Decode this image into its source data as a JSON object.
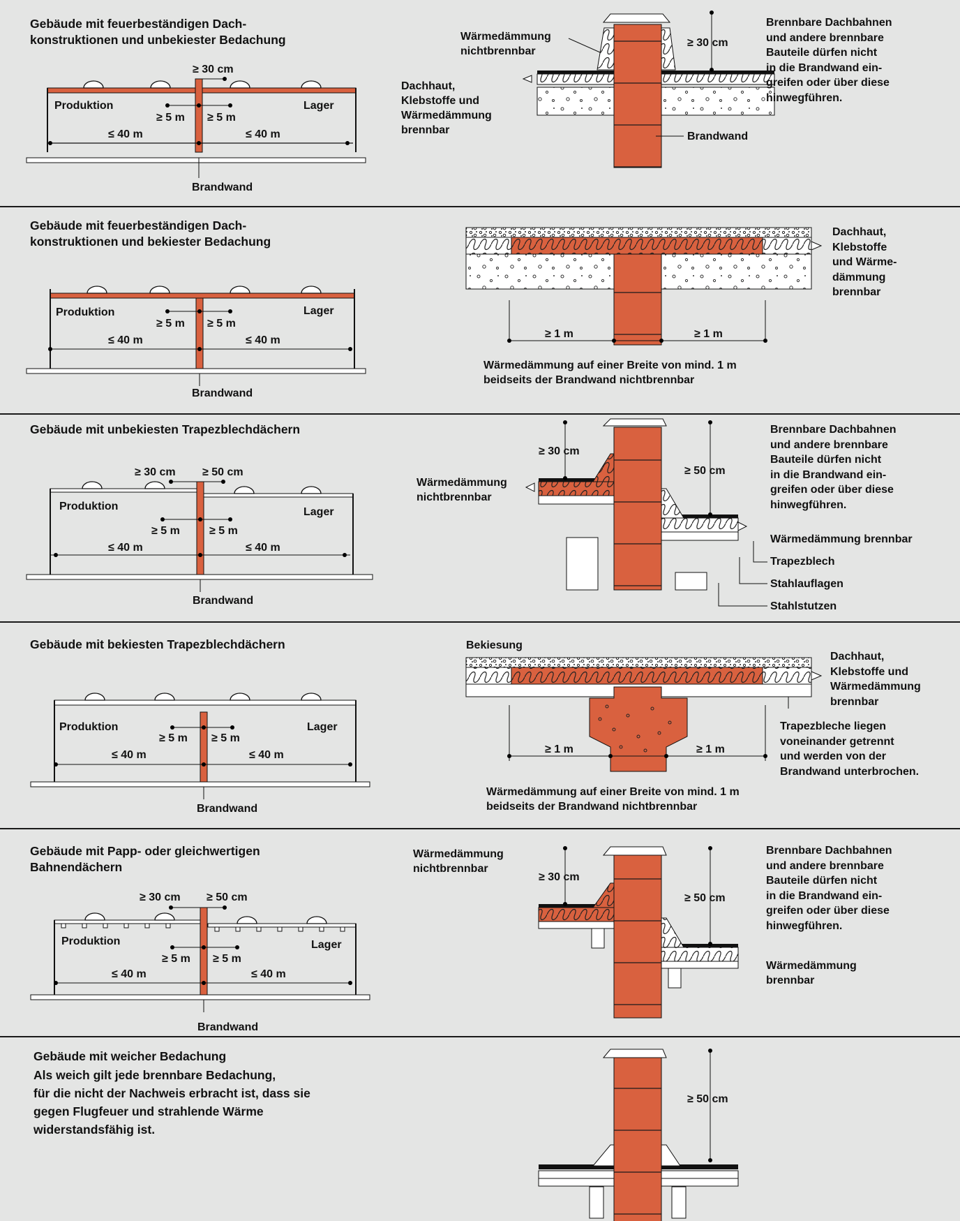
{
  "colors": {
    "background": "#e4e5e4",
    "brick": "#d9613f",
    "line": "#1a1a1a",
    "divider": "#1a1a1a"
  },
  "sections": [
    {
      "title": "Gebäude mit feuerbeständigen Dach-\nkonstruktionen und unbekiester Bedachung",
      "overview": {
        "left": "Produktion",
        "right": "Lager",
        "top": "≥ 30 cm",
        "mid_left": "≥ 5 m",
        "mid_right": "≥ 5 m",
        "span_left": "≤ 40 m",
        "span_right": "≤ 40 m",
        "wall": "Brandwand"
      },
      "detail": {
        "insul_label": "Wärmedämmung\nnichtbrennbar",
        "left_note": "Dachhaut,\nKlebstoffe und\nWärmedämmung\nbrennbar",
        "height": "≥ 30 cm",
        "wall": "Brandwand",
        "right_note": "Brennbare Dachbahnen\nund andere brennbare\nBauteile dürfen nicht\nin die Brandwand ein-\ngreifen oder über diese\nhinwegführen."
      }
    },
    {
      "title": "Gebäude mit feuerbeständigen Dach-\nkonstruktionen und bekiester Bedachung",
      "overview": {
        "left": "Produktion",
        "right": "Lager",
        "mid_left": "≥ 5 m",
        "mid_right": "≥ 5 m",
        "span_left": "≤ 40 m",
        "span_right": "≤ 40 m",
        "wall": "Brandwand"
      },
      "detail": {
        "right_note": "Dachhaut,\nKlebstoffe\nund Wärme-\ndämmung\nbrennbar",
        "dim_left": "≥ 1 m",
        "dim_right": "≥ 1 m",
        "caption": "Wärmedämmung auf einer Breite von mind. 1 m\nbeidseits der Brandwand nichtbrennbar"
      }
    },
    {
      "title": "Gebäude mit unbekiesten Trapezblechdächern",
      "overview": {
        "left": "Produktion",
        "right": "Lager",
        "top_left": "≥ 30 cm",
        "top_right": "≥ 50 cm",
        "mid_left": "≥ 5 m",
        "mid_right": "≥ 5 m",
        "span_left": "≤ 40 m",
        "span_right": "≤ 40 m",
        "wall": "Brandwand"
      },
      "detail": {
        "insul_label": "Wärmedämmung\nnichtbrennbar",
        "h_left": "≥ 30 cm",
        "h_right": "≥ 50 cm",
        "right_note": "Brennbare Dachbahnen\nund andere brennbare\nBauteile dürfen nicht\nin die Brandwand ein-\ngreifen oder über diese\nhinwegführen.",
        "insul_burn": "Wärmedämmung brennbar",
        "trapez": "Trapezblech",
        "auflagen": "Stahlauflagen",
        "stutzen": "Stahlstutzen"
      }
    },
    {
      "title": "Gebäude mit bekiesten Trapezblechdächern",
      "overview": {
        "left": "Produktion",
        "right": "Lager",
        "mid_left": "≥ 5 m",
        "mid_right": "≥ 5 m",
        "span_left": "≤ 40 m",
        "span_right": "≤ 40 m",
        "wall": "Brandwand"
      },
      "detail": {
        "gravel": "Bekiesung",
        "right_note": "Dachhaut,\nKlebstoffe und\nWärmedämmung\nbrennbar",
        "trapez_note": "Trapezbleche liegen\nvoneinander getrennt\nund werden von der\nBrandwand unterbrochen.",
        "dim_left": "≥ 1 m",
        "dim_right": "≥ 1 m",
        "caption": "Wärmedämmung auf einer Breite von mind. 1 m\nbeidseits der Brandwand nichtbrennbar"
      }
    },
    {
      "title": "Gebäude mit Papp- oder gleichwertigen\nBahnendächern",
      "overview": {
        "left": "Produktion",
        "right": "Lager",
        "top_left": "≥ 30 cm",
        "top_right": "≥ 50 cm",
        "mid_left": "≥ 5 m",
        "mid_right": "≥ 5 m",
        "span_left": "≤ 40 m",
        "span_right": "≤ 40 m",
        "wall": "Brandwand"
      },
      "detail": {
        "insul_label": "Wärmedämmung\nnichtbrennbar",
        "h_left": "≥ 30 cm",
        "h_right": "≥ 50 cm",
        "right_note": "Brennbare Dachbahnen\nund andere brennbare\nBauteile dürfen nicht\nin die Brandwand ein-\ngreifen oder über diese\nhinwegführen.",
        "insul_burn": "Wärmedämmung\nbrennbar"
      }
    },
    {
      "title": "Gebäude mit weicher Bedachung",
      "text": "Als weich gilt jede brennbare Bedachung,\nfür die nicht der Nachweis erbracht ist, dass sie\ngegen Flugfeuer und strahlende Wärme\nwiderstandsfähig ist.",
      "detail": {
        "height": "≥ 50 cm"
      }
    }
  ]
}
